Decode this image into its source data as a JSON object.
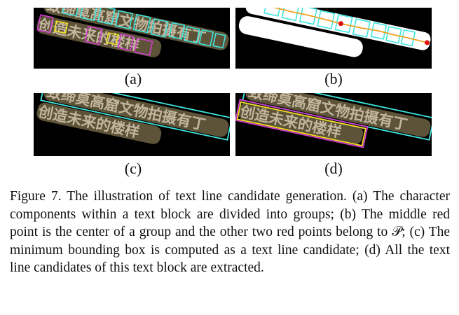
{
  "panels": [
    {
      "id": "a",
      "label": "(a)"
    },
    {
      "id": "b",
      "label": "(b)"
    },
    {
      "id": "c",
      "label": "(c)"
    },
    {
      "id": "d",
      "label": "(d)"
    }
  ],
  "text_block": {
    "line1": "致缔莫高窟文物拍摄有丁",
    "line2": "创造未来的楼样"
  },
  "colors": {
    "cyan": "#3ee6e0",
    "magenta": "#d23ad2",
    "yellow": "#f0e020",
    "orange": "#f0a020",
    "red": "#e01010"
  },
  "caption": "Figure 7. The illustration of text line candidate generation. (a) The character components within a text block are divided into groups; (b) The middle red point is the center of a group and the other two red points belong to 𝒫; (c) The minimum bounding box is computed as a text line candidate; (d) All the text line candidates of this text block are extracted."
}
